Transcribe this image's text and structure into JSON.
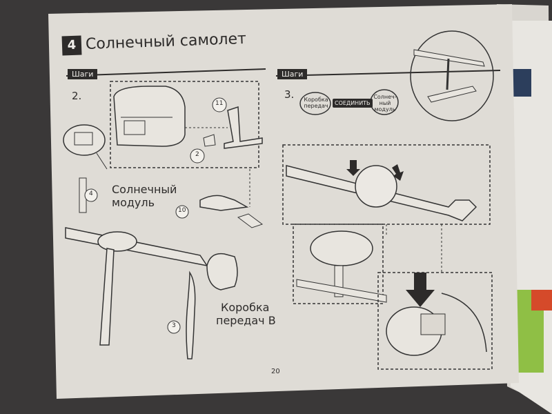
{
  "page": {
    "step_number": "4",
    "title": "Солнечный самолет",
    "steps_label_left": "Шаги",
    "steps_label_right": "Шаги",
    "step2_label": "2.",
    "step3_label": "3.",
    "solar_module_label_line1": "Солнечный",
    "solar_module_label_line2": "модуль",
    "gearbox_label_line1": "Коробка",
    "gearbox_label_line2": "передач В",
    "connect_box_line1": "Коробка",
    "connect_box_line2": "передач",
    "connect_button": "СОЕДИНИТЬ",
    "connect_solar_line1": "Солнеч-",
    "connect_solar_line2": "ный",
    "connect_solar_line3": "модуль",
    "part_numbers": [
      "11",
      "2",
      "4",
      "10",
      "3"
    ],
    "page_number": "20"
  }
}
